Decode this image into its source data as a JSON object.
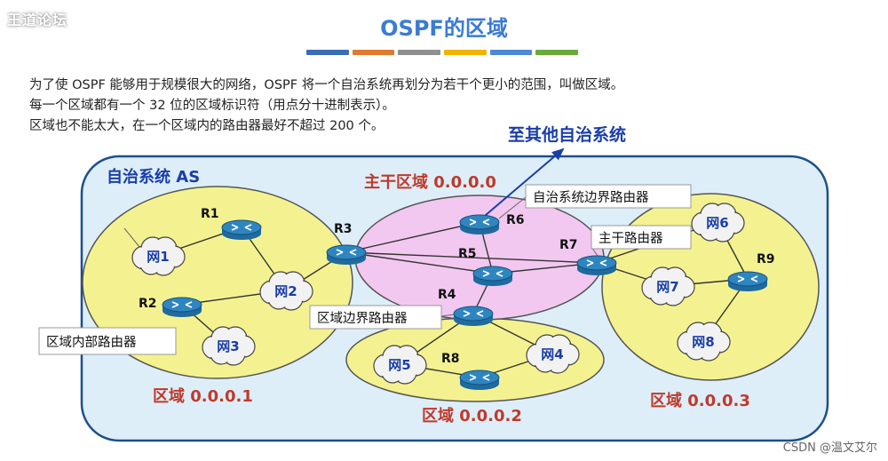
{
  "watermark": "王道论坛",
  "title": "OSPF的区域",
  "title_bar_colors": [
    "#3b6db5",
    "#e07a2f",
    "#8f8f8f",
    "#f0b400",
    "#4e88d6",
    "#6aaa3a"
  ],
  "intro_lines": [
    "为了使 OSPF 能够用于规模很大的网络，OSPF 将一个自治系统再划分为若干个更小的范围，叫做区域。",
    "每一个区域都有一个 32 位的区域标识符（用点分十进制表示）。",
    "区域也不能太大，在一个区域内的路由器最好不超过 200 个。"
  ],
  "diagram": {
    "as_label": "自治系统 AS",
    "to_other_as": "至其他自治系统",
    "areas": {
      "backbone": "主干区域 0.0.0.0",
      "area1": "区域 0.0.0.1",
      "area2": "区域 0.0.0.2",
      "area3": "区域 0.0.0.3"
    },
    "routers": [
      "R1",
      "R2",
      "R3",
      "R4",
      "R5",
      "R6",
      "R7",
      "R8",
      "R9"
    ],
    "networks": [
      "网1",
      "网2",
      "网3",
      "网4",
      "网5",
      "网6",
      "网7",
      "网8"
    ],
    "callouts": {
      "as_border_router": "自治系统边界路由器",
      "backbone_router": "主干路由器",
      "area_border_router": "区域边界路由器",
      "internal_router": "区域内部路由器"
    }
  },
  "credit": "CSDN @温文艾尔",
  "colors": {
    "as_fill": "#ddeef9",
    "as_border": "#1e4f8a",
    "area_fill": "#f4f290",
    "backbone_fill": "#f2c8f0",
    "router": "#2e86c1",
    "title": "#3a7bd5",
    "area_text": "#c0392b",
    "arrow_text": "#1a3ea8"
  }
}
